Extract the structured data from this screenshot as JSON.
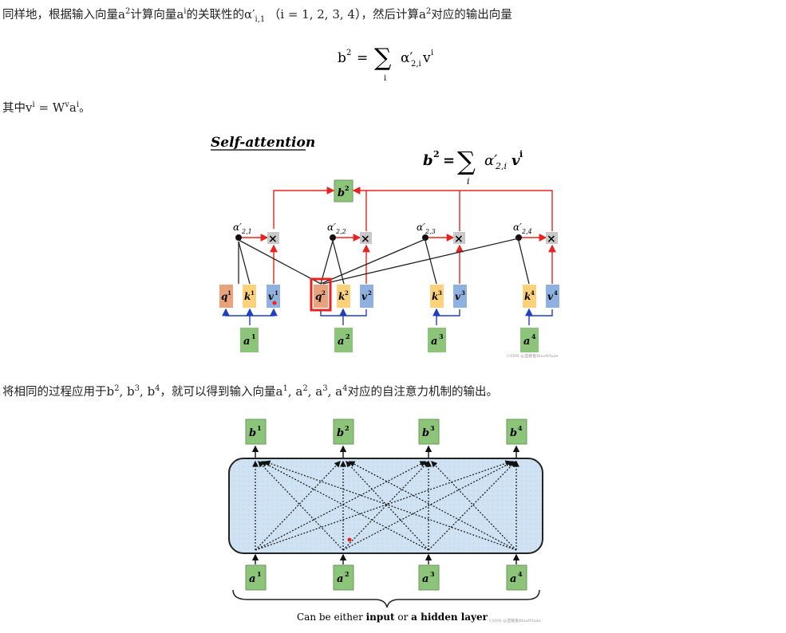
{
  "para1": {
    "pre": "同样地，根据输入向量",
    "a": "a",
    "a_sup": "2",
    "mid1": "计算向量",
    "a2": "a",
    "a2_sup": "i",
    "mid2": "的关联性的",
    "alpha": "α′",
    "alpha_sub": "i,1",
    "range": "（i = 1, 2, 3, 4）",
    "mid3": "，然后计算",
    "a3": "a",
    "a3_sup": "2",
    "post": "对应的输出向量"
  },
  "equation": {
    "lhs": "b",
    "lhs_sup": "2",
    "eq": "=",
    "sum": "∑",
    "sum_sub": "i",
    "alpha": "α′",
    "alpha_sub": "2,i",
    "v": "v",
    "v_sup": "i"
  },
  "para2": {
    "pre": "其中",
    "v": "v",
    "v_sup": "i",
    "eq": " = W",
    "w_sup": "v",
    "a": "a",
    "a_sup": "i",
    "post": "。"
  },
  "figure1": {
    "title": "Self-attention",
    "formula_lhs": "b",
    "formula_lhs_sup": "2",
    "formula_eq": "=",
    "formula_sum": "∑",
    "formula_sum_sub": "i",
    "formula_alpha": "α′",
    "formula_alpha_sub": "2,i",
    "formula_v": "v",
    "formula_v_sup": "i",
    "output_label": "b",
    "output_sup": "2",
    "alpha_labels": [
      {
        "base": "α′",
        "sub": "2,1"
      },
      {
        "base": "α′",
        "sub": "2,2"
      },
      {
        "base": "α′",
        "sub": "2,3"
      },
      {
        "base": "α′",
        "sub": "2,4"
      }
    ],
    "groups": [
      {
        "q": "q",
        "k": "k",
        "v": "v",
        "a": "a",
        "sup": "1"
      },
      {
        "q": "q",
        "k": "k",
        "v": "v",
        "a": "a",
        "sup": "2"
      },
      {
        "k": "k",
        "v": "v",
        "a": "a",
        "sup": "3"
      },
      {
        "k": "k",
        "v": "v",
        "a": "a",
        "sup": "4"
      }
    ],
    "times": "×",
    "watermark": "CSDN @蓝鲸鱼BlueWhale",
    "colors": {
      "q": "#e8a27c",
      "k": "#fbd27b",
      "v": "#8fb1e0",
      "a": "#8cc47a",
      "red": "#e8231f",
      "blue": "#1f3fc0"
    }
  },
  "para3": {
    "pre": "将相同的过程应用于",
    "b_list": [
      {
        "b": "b",
        "sup": "2"
      },
      {
        "b": "b",
        "sup": "3"
      },
      {
        "b": "b",
        "sup": "4"
      }
    ],
    "mid": "，就可以得到输入向量",
    "a_list": [
      {
        "a": "a",
        "sup": "1"
      },
      {
        "a": "a",
        "sup": "2"
      },
      {
        "a": "a",
        "sup": "3"
      },
      {
        "a": "a",
        "sup": "4"
      }
    ],
    "post": "对应的自注意力机制的输出。"
  },
  "figure2": {
    "outputs": [
      {
        "b": "b",
        "sup": "1"
      },
      {
        "b": "b",
        "sup": "2"
      },
      {
        "b": "b",
        "sup": "3"
      },
      {
        "b": "b",
        "sup": "4"
      }
    ],
    "inputs": [
      {
        "a": "a",
        "sup": "1"
      },
      {
        "a": "a",
        "sup": "2"
      },
      {
        "a": "a",
        "sup": "3"
      },
      {
        "a": "a",
        "sup": "4"
      }
    ],
    "caption_pre": "Can be either ",
    "caption_bold1": "input",
    "caption_mid": " or ",
    "caption_bold2": "a hidden layer",
    "watermark": "CSDN @蓝鲸鱼BlueWhale"
  }
}
